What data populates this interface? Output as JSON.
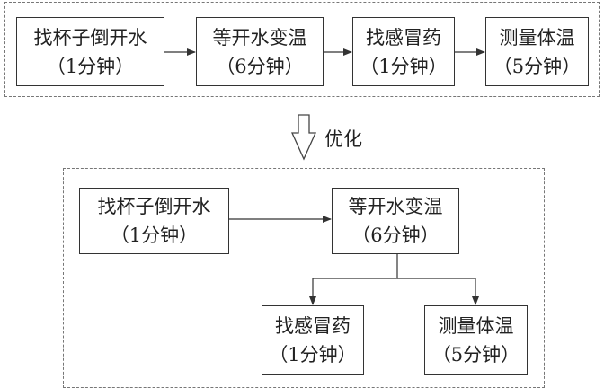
{
  "original_process": {
    "steps": [
      {
        "name": "找杯子倒开水",
        "duration": "（1分钟）"
      },
      {
        "name": "等开水变温",
        "duration": "（6分钟）"
      },
      {
        "name": "找感冒药",
        "duration": "（1分钟）"
      },
      {
        "name": "测量体温",
        "duration": "（5分钟）"
      }
    ]
  },
  "transition_label": "优化",
  "optimized_process": {
    "first": {
      "name": "找杯子倒开水",
      "duration": "（1分钟）"
    },
    "second": {
      "name": "等开水变温",
      "duration": "（6分钟）"
    },
    "parallel": [
      {
        "name": "找感冒药",
        "duration": "（1分钟）"
      },
      {
        "name": "测量体温",
        "duration": "（5分钟）"
      }
    ]
  }
}
